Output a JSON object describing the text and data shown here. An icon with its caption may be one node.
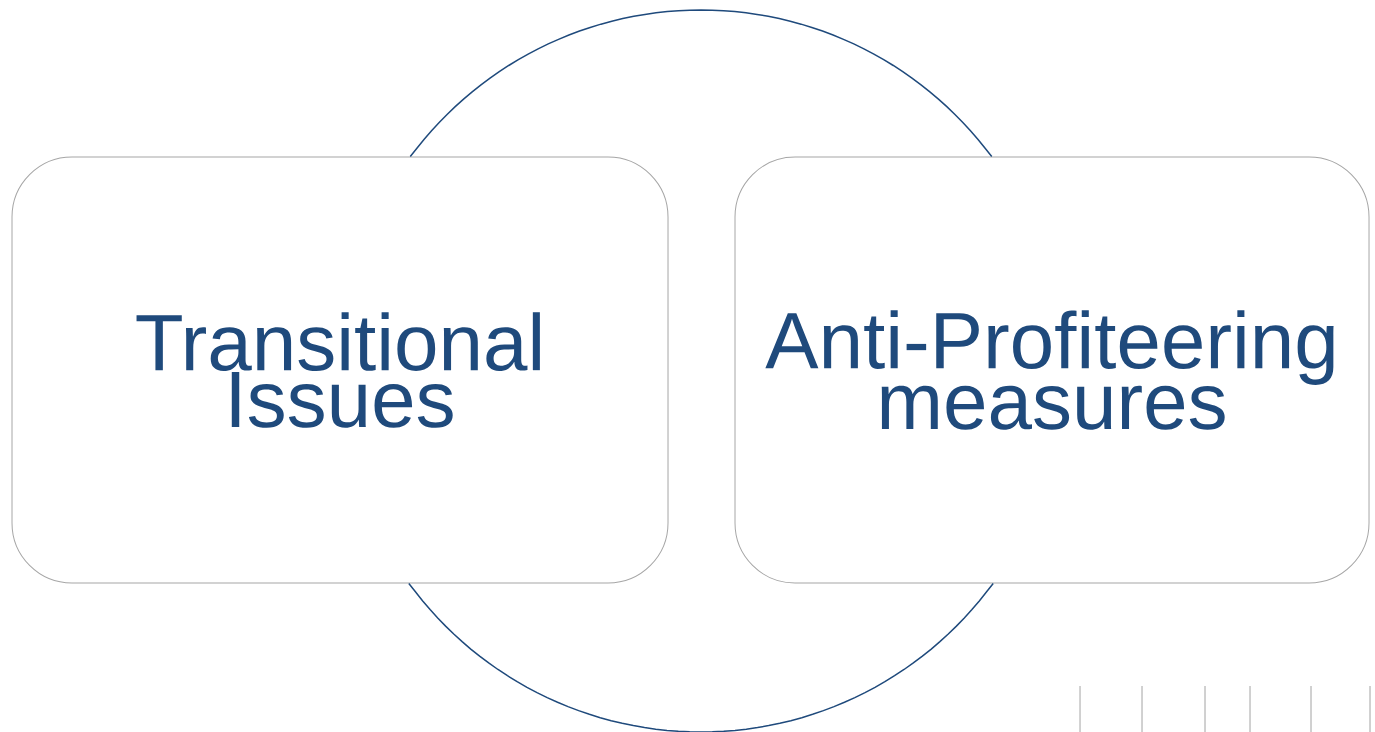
{
  "diagram": {
    "nodes": [
      {
        "text": [
          "Transitional Issues"
        ]
      },
      {
        "text": [
          "Anti-Profiteering measures"
        ]
      }
    ],
    "edges": [
      {
        "from": 0,
        "to": 1,
        "arrow": "none"
      },
      {
        "from": 0,
        "to": 1,
        "arrow": "none"
      }
    ]
  }
}
